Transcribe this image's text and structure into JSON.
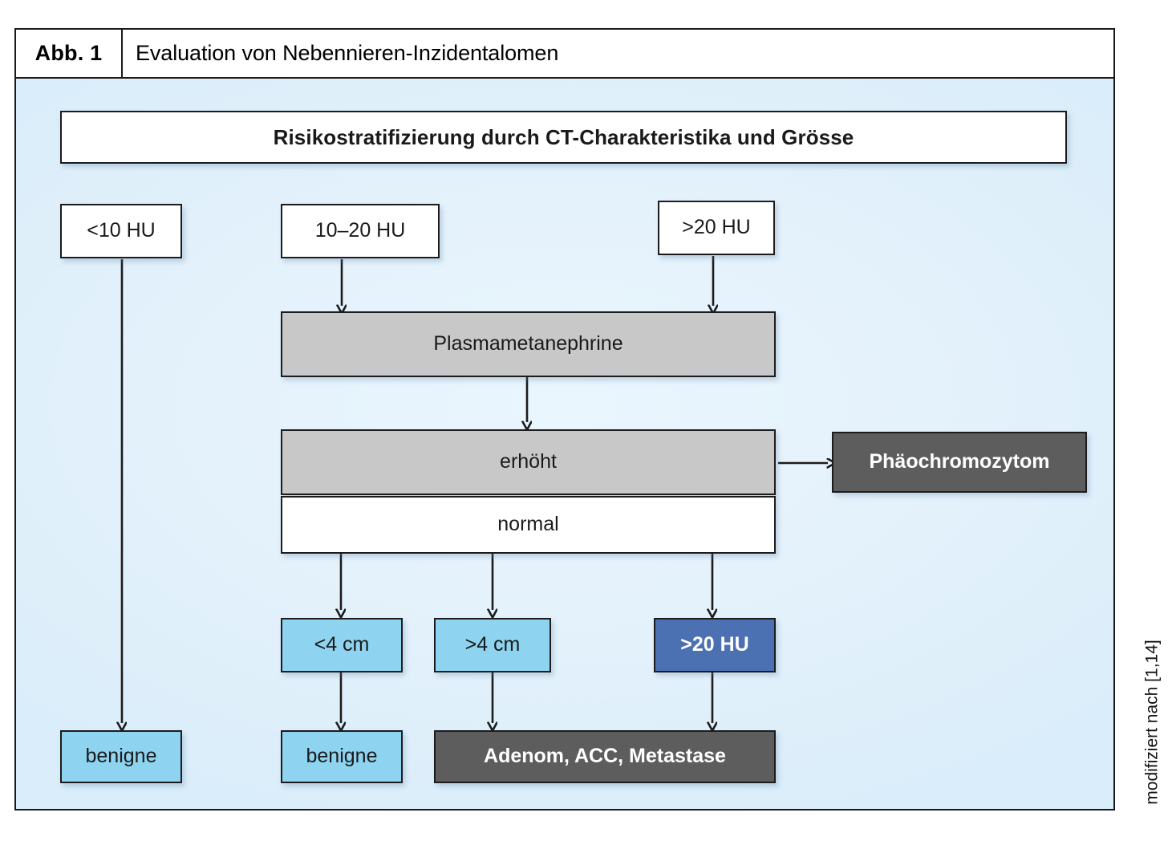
{
  "figure": {
    "number_label": "Abb. 1",
    "title": "Evaluation von Nebennieren-Inzidentalomen",
    "attribution": "modifiziert nach [1,14]"
  },
  "colors": {
    "panel_background": "#e5f2fb",
    "white_box": "#ffffff",
    "grey_box": "#c8c8c8",
    "dark_grey_box": "#5d5d5d",
    "light_blue_box": "#8ed4f0",
    "dark_blue_box": "#4c71b2",
    "border": "#1c1c1c",
    "text": "#1a1a1a",
    "inverse_text": "#ffffff"
  },
  "flow": {
    "header": {
      "label": "Risikostratifizierung durch CT-Charakteristika und Grösse",
      "style": "white"
    },
    "density_row": [
      {
        "id": "hu-lt10",
        "label": "<10 HU",
        "style": "white"
      },
      {
        "id": "hu-10to20",
        "label": "10–20 HU",
        "style": "white"
      },
      {
        "id": "hu-gt20",
        "label": ">20 HU",
        "style": "white"
      }
    ],
    "test": {
      "id": "plasmametanephrine",
      "label": "Plasmametanephrine",
      "style": "grey"
    },
    "results": [
      {
        "id": "erhoeht",
        "label": "erhöht",
        "style": "grey"
      },
      {
        "id": "normal",
        "label": "normal",
        "style": "white"
      }
    ],
    "diagnosis_pheo": {
      "id": "phaeochromozytom",
      "label": "Phäochromozytom",
      "style": "dark-grey"
    },
    "size_row": [
      {
        "id": "size-lt4",
        "label": "<4 cm",
        "style": "light-blue"
      },
      {
        "id": "size-gt4",
        "label": ">4 cm",
        "style": "light-blue"
      },
      {
        "id": "hu-gt20-b",
        "label": ">20 HU",
        "style": "dark-blue"
      }
    ],
    "outcomes": [
      {
        "id": "benigne-1",
        "label": "benigne",
        "style": "light-blue"
      },
      {
        "id": "benigne-2",
        "label": "benigne",
        "style": "light-blue"
      },
      {
        "id": "adenom-acc-metastase",
        "label": "Adenom, ACC, Metastase",
        "style": "dark-grey"
      }
    ]
  },
  "edges": [
    {
      "from": "hu-lt10",
      "to": "benigne-1",
      "kind": "vertical-arrow"
    },
    {
      "from": "hu-10to20",
      "to": "plasmametanephrine",
      "kind": "vertical-arrow"
    },
    {
      "from": "hu-gt20",
      "to": "plasmametanephrine",
      "kind": "vertical-arrow"
    },
    {
      "from": "plasmametanephrine",
      "to": "erhoeht",
      "kind": "vertical-arrow"
    },
    {
      "from": "erhoeht",
      "to": "phaeochromozytom",
      "kind": "horizontal-arrow"
    },
    {
      "from": "normal",
      "to": "size-lt4",
      "kind": "vertical-arrow"
    },
    {
      "from": "normal",
      "to": "size-gt4",
      "kind": "vertical-arrow"
    },
    {
      "from": "normal",
      "to": "hu-gt20-b",
      "kind": "vertical-arrow"
    },
    {
      "from": "size-lt4",
      "to": "benigne-2",
      "kind": "vertical-arrow"
    },
    {
      "from": "size-gt4",
      "to": "adenom-acc-metastase",
      "kind": "vertical-arrow"
    },
    {
      "from": "hu-gt20-b",
      "to": "adenom-acc-metastase",
      "kind": "vertical-arrow"
    }
  ]
}
